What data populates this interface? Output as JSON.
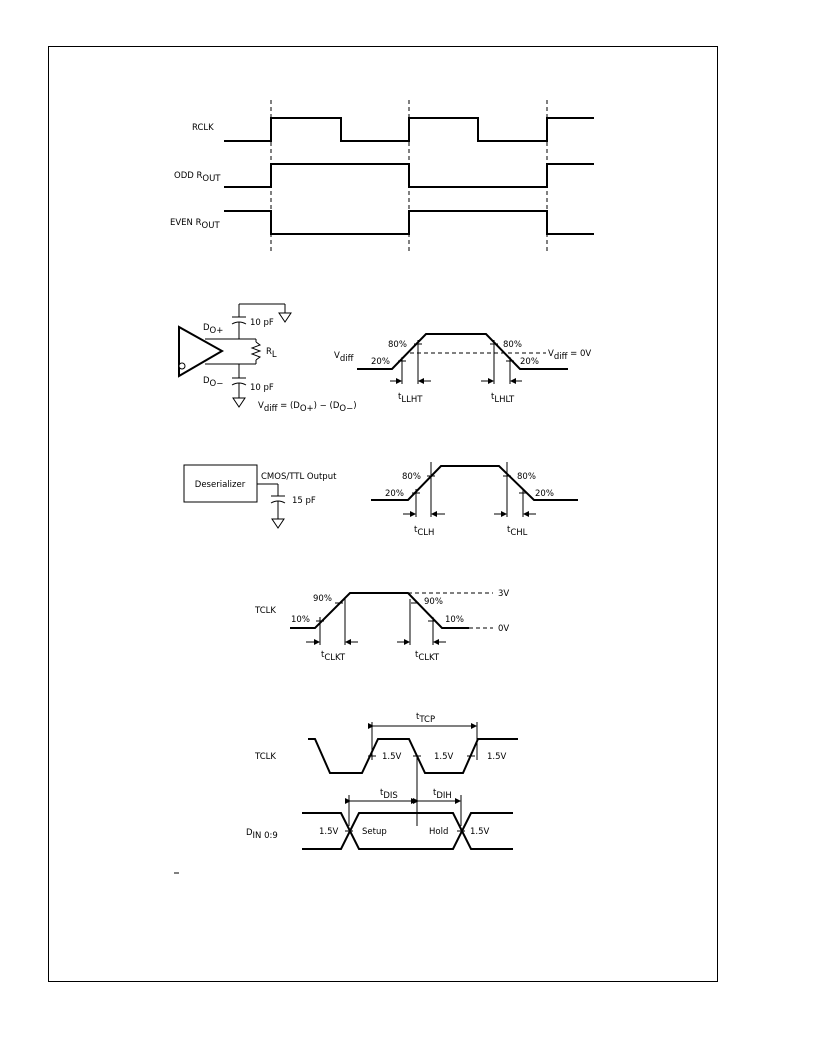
{
  "rclk_diagram": {
    "labels": {
      "rclk": "RCLK",
      "odd": "ODD R",
      "odd_sub": "OUT",
      "even": "EVEN R",
      "even_sub": "OUT"
    }
  },
  "load_diagram": {
    "d_plus": "D",
    "d_plus_sub": "O+",
    "d_minus": "D",
    "d_minus_sub": "O−",
    "cap_top": "10 pF",
    "cap_bottom": "10 pF",
    "rl": "R",
    "rl_sub": "L",
    "vdiff_formula_pre": "V",
    "vdiff_formula_sub": "diff",
    "vdiff_formula_mid": " = (D",
    "vdiff_formula_sub2": "O+",
    "vdiff_formula_mid2": ") − (D",
    "vdiff_formula_sub3": "O−",
    "vdiff_formula_end": ")"
  },
  "lvds_transition": {
    "vdiff": "V",
    "vdiff_sub": "diff",
    "p80_left": "80%",
    "p20_left": "20%",
    "p80_right": "80%",
    "p20_right": "20%",
    "vdiff0": "V",
    "vdiff0_sub": "diff",
    "vdiff0_end": " = 0V",
    "t_llht": "t",
    "t_llht_sub": "LLHT",
    "t_lhlt": "t",
    "t_lhlt_sub": "LHLT"
  },
  "cmos_diagram": {
    "deserializer": "Deserializer",
    "output_label": "CMOS/TTL Output",
    "cap": "15 pF",
    "p80_left": "80%",
    "p20_left": "20%",
    "p80_right": "80%",
    "p20_right": "20%",
    "t_clh": "t",
    "t_clh_sub": "CLH",
    "t_chl": "t",
    "t_chl_sub": "CHL"
  },
  "tclk_transition": {
    "tclk": "TCLK",
    "p90_left": "90%",
    "p10_left": "10%",
    "p90_right": "90%",
    "p10_right": "10%",
    "v3": "3V",
    "v0": "0V",
    "t_clkt_left": "t",
    "t_clkt_left_sub": "CLKT",
    "t_clkt_right": "t",
    "t_clkt_right_sub": "CLKT"
  },
  "setup_hold": {
    "t_tcp": "t",
    "t_tcp_sub": "TCP",
    "tclk": "TCLK",
    "v1": "1.5V",
    "v2": "1.5V",
    "v3": "1.5V",
    "t_dis": "t",
    "t_dis_sub": "DIS",
    "t_dih": "t",
    "t_dih_sub": "DIH",
    "din": "D",
    "din_sub": "IN 0:9",
    "v4": "1.5V",
    "setup": "Setup",
    "hold": "Hold",
    "v5": "1.5V"
  }
}
